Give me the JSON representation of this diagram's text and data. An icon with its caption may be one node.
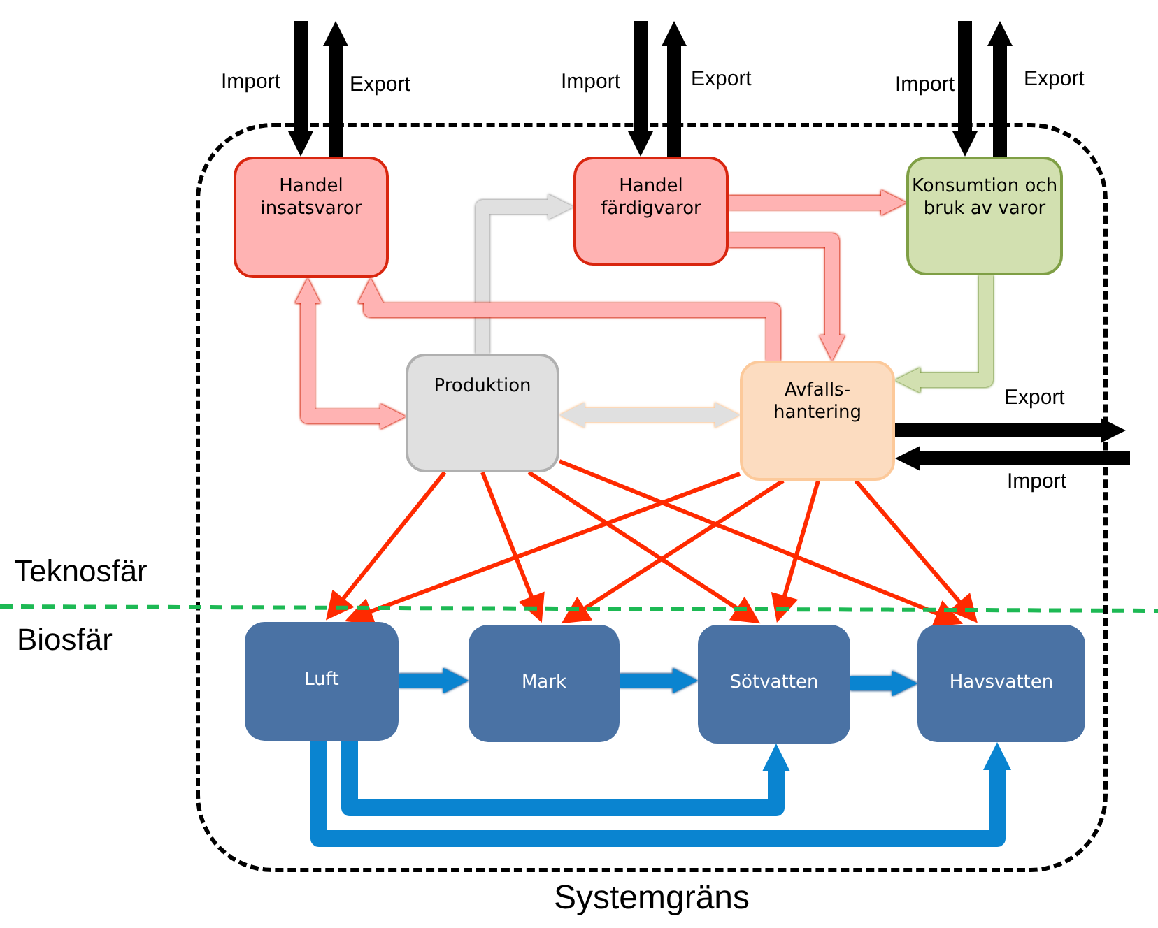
{
  "diagram": {
    "nodes": [
      {
        "text": [
          "Systemgräns"
        ]
      },
      {
        "text": [
          "Handel insatsvaror"
        ],
        "in": 0
      },
      {
        "text": [
          "Handel färdigvaror"
        ],
        "in": 0
      },
      {
        "text": [
          "Konsumtion och bruk av varor"
        ],
        "in": 0
      },
      {
        "text": [
          "Produktion"
        ],
        "in": 0
      },
      {
        "text": [
          "Avfalls- hantering"
        ],
        "in": 0
      },
      {
        "text": [
          "Luft"
        ],
        "in": 0
      },
      {
        "text": [
          "Mark"
        ],
        "in": 0
      },
      {
        "text": [
          "Sötvatten"
        ],
        "in": 0
      },
      {
        "text": [
          "Havsvatten"
        ],
        "in": 0
      }
    ],
    "edges": [
      {
        "from": null,
        "to": 1,
        "arrow": "to",
        "label": "Import",
        "color": "#000000"
      },
      {
        "from": 1,
        "to": null,
        "arrow": "to",
        "label": "Export",
        "color": "#000000"
      },
      {
        "from": null,
        "to": 2,
        "arrow": "to",
        "label": "Import",
        "color": "#000000"
      },
      {
        "from": 2,
        "to": null,
        "arrow": "to",
        "label": "Export",
        "color": "#000000"
      },
      {
        "from": null,
        "to": 3,
        "arrow": "to",
        "label": "Import",
        "color": "#000000"
      },
      {
        "from": 3,
        "to": null,
        "arrow": "to",
        "label": "Export",
        "color": "#000000"
      },
      {
        "from": 5,
        "to": null,
        "arrow": "to",
        "label": "Export",
        "color": "#000000"
      },
      {
        "from": null,
        "to": 5,
        "arrow": "to",
        "label": "Import",
        "color": "#000000"
      },
      {
        "from": 1,
        "to": 4,
        "arrow": "both",
        "color": "#ffb3b3"
      },
      {
        "from": 4,
        "to": 2,
        "arrow": "to",
        "color": "#e0e0e0"
      },
      {
        "from": 5,
        "to": 1,
        "arrow": "to",
        "color": "#ffb3b3"
      },
      {
        "from": 2,
        "to": 3,
        "arrow": "to",
        "color": "#ffb3b3"
      },
      {
        "from": 2,
        "to": 5,
        "arrow": "to",
        "color": "#ffb3b3"
      },
      {
        "from": 3,
        "to": 5,
        "arrow": "to",
        "color": "#d2e0b0"
      },
      {
        "from": 4,
        "to": 5,
        "arrow": "both",
        "color": "#e0e0e0"
      },
      {
        "from": 4,
        "to": 6,
        "arrow": "to",
        "color": "#ff2a00"
      },
      {
        "from": 4,
        "to": 7,
        "arrow": "to",
        "color": "#ff2a00"
      },
      {
        "from": 4,
        "to": 8,
        "arrow": "to",
        "color": "#ff2a00"
      },
      {
        "from": 4,
        "to": 9,
        "arrow": "to",
        "color": "#ff2a00"
      },
      {
        "from": 5,
        "to": 6,
        "arrow": "to",
        "color": "#ff2a00"
      },
      {
        "from": 5,
        "to": 7,
        "arrow": "to",
        "color": "#ff2a00"
      },
      {
        "from": 5,
        "to": 8,
        "arrow": "to",
        "color": "#ff2a00"
      },
      {
        "from": 5,
        "to": 9,
        "arrow": "to",
        "color": "#ff2a00"
      },
      {
        "from": 6,
        "to": 7,
        "arrow": "to",
        "color": "#0a84d0"
      },
      {
        "from": 7,
        "to": 8,
        "arrow": "to",
        "color": "#0a84d0"
      },
      {
        "from": 8,
        "to": 9,
        "arrow": "to",
        "color": "#0a84d0"
      },
      {
        "from": 6,
        "to": 8,
        "arrow": "to",
        "color": "#0a84d0"
      },
      {
        "from": 6,
        "to": 9,
        "arrow": "to",
        "color": "#0a84d0"
      }
    ],
    "labels": [
      "Teknosfär",
      "Biosfär"
    ]
  }
}
